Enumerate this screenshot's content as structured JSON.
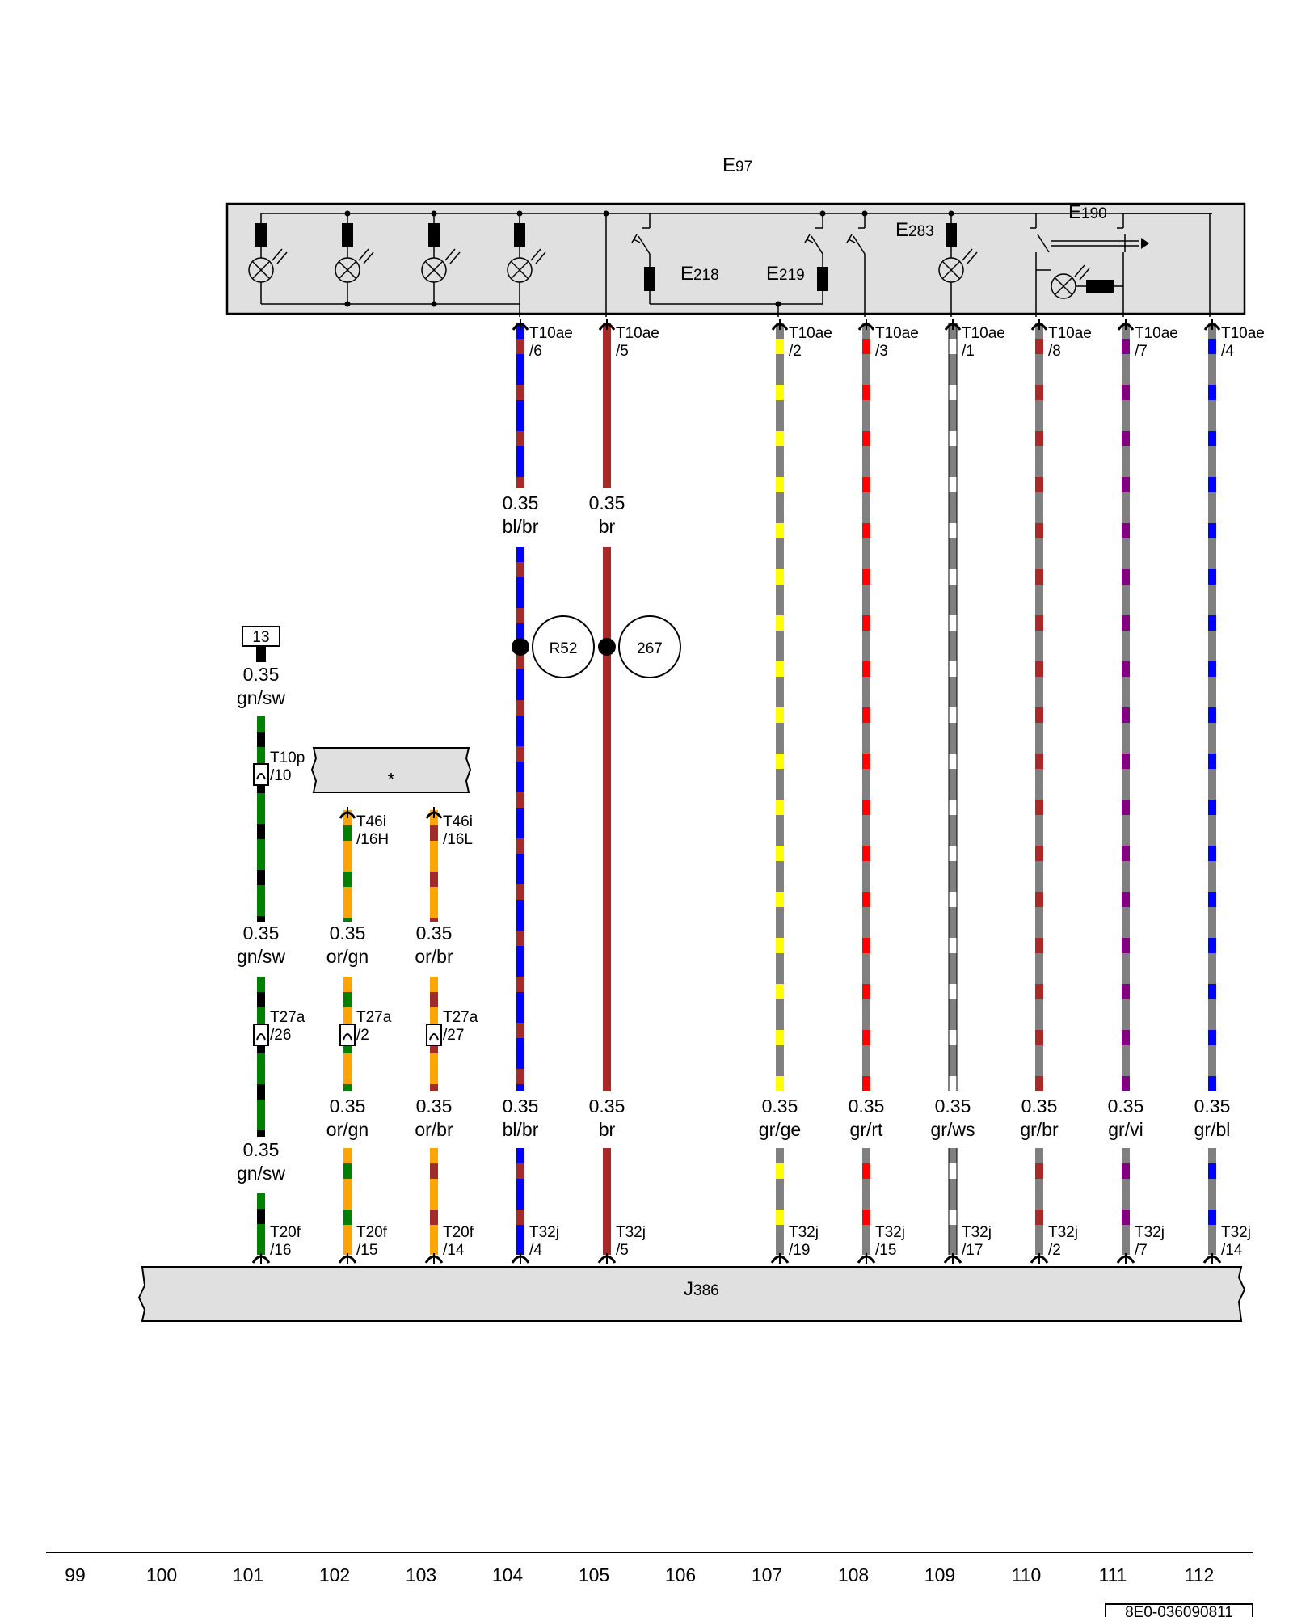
{
  "components": {
    "e97": {
      "id": "E",
      "num": "97"
    },
    "e218": {
      "id": "E",
      "num": "218"
    },
    "e219": {
      "id": "E",
      "num": "219"
    },
    "e283": {
      "id": "E",
      "num": "283"
    },
    "e190": {
      "id": "E",
      "num": "190"
    },
    "j386": {
      "id": "J",
      "num": "386"
    },
    "star_label": "*",
    "ground_13": "13"
  },
  "colors": {
    "bl": "#0000ff",
    "br": "#a52a2a",
    "gr": "#808080",
    "ge": "#ffff00",
    "rt": "#ff0000",
    "ws": "#ffffff",
    "vi": "#800080",
    "gn": "#008000",
    "sw": "#000000",
    "or": "#ffa500",
    "box_fill": "#e0e0e0"
  },
  "splices": [
    {
      "id": "R52",
      "wire": "w104"
    },
    {
      "id": "267",
      "wire": "w105"
    }
  ],
  "wires": [
    {
      "id": "w101",
      "col": 101,
      "c1": "gn",
      "c2": "sw",
      "pins": [
        {
          "n1": "T10p",
          "n2": "/10",
          "type": "inline"
        },
        {
          "n1": "T27a",
          "n2": "/26",
          "type": "inline"
        },
        {
          "n1": "T20f",
          "n2": "/16",
          "type": "bottom"
        }
      ],
      "labels": [
        {
          "size": "0.35",
          "color": "gn/sw"
        },
        {
          "size": "0.35",
          "color": "gn/sw"
        },
        {
          "size": "0.35",
          "color": "gn/sw"
        }
      ]
    },
    {
      "id": "w102",
      "col": 102,
      "c1": "or",
      "c2": "gn",
      "pins": [
        {
          "n1": "T46i",
          "n2": "/16H",
          "type": "top"
        },
        {
          "n1": "T27a",
          "n2": "/2",
          "type": "inline"
        },
        {
          "n1": "T20f",
          "n2": "/15",
          "type": "bottom"
        }
      ],
      "labels": [
        {
          "size": "0.35",
          "color": "or/gn"
        },
        {
          "size": "0.35",
          "color": "or/gn"
        }
      ]
    },
    {
      "id": "w103",
      "col": 103,
      "c1": "or",
      "c2": "br",
      "pins": [
        {
          "n1": "T46i",
          "n2": "/16L",
          "type": "top"
        },
        {
          "n1": "T27a",
          "n2": "/27",
          "type": "inline"
        },
        {
          "n1": "T20f",
          "n2": "/14",
          "type": "bottom"
        }
      ],
      "labels": [
        {
          "size": "0.35",
          "color": "or/br"
        },
        {
          "size": "0.35",
          "color": "or/br"
        }
      ]
    },
    {
      "id": "w104",
      "col": 104,
      "c1": "bl",
      "c2": "br",
      "pins": [
        {
          "n1": "T10ae",
          "n2": "/6",
          "type": "top"
        },
        {
          "n1": "T32j",
          "n2": "/4",
          "type": "bottom"
        }
      ],
      "labels": [
        {
          "size": "0.35",
          "color": "bl/br"
        },
        {
          "size": "0.35",
          "color": "bl/br"
        }
      ]
    },
    {
      "id": "w105",
      "col": 105,
      "c1": "br",
      "c2": "",
      "pins": [
        {
          "n1": "T10ae",
          "n2": "/5",
          "type": "top"
        },
        {
          "n1": "T32j",
          "n2": "/5",
          "type": "bottom"
        }
      ],
      "labels": [
        {
          "size": "0.35",
          "color": "br"
        },
        {
          "size": "0.35",
          "color": "br"
        }
      ]
    },
    {
      "id": "w107",
      "col": 107,
      "c1": "gr",
      "c2": "ge",
      "pins": [
        {
          "n1": "T10ae",
          "n2": "/2",
          "type": "top"
        },
        {
          "n1": "T32j",
          "n2": "/19",
          "type": "bottom"
        }
      ],
      "labels": [
        {
          "size": "0.35",
          "color": "gr/ge"
        }
      ]
    },
    {
      "id": "w108",
      "col": 108,
      "c1": "gr",
      "c2": "rt",
      "pins": [
        {
          "n1": "T10ae",
          "n2": "/3",
          "type": "top"
        },
        {
          "n1": "T32j",
          "n2": "/15",
          "type": "bottom"
        }
      ],
      "labels": [
        {
          "size": "0.35",
          "color": "gr/rt"
        }
      ]
    },
    {
      "id": "w109",
      "col": 109,
      "c1": "gr",
      "c2": "ws",
      "pins": [
        {
          "n1": "T10ae",
          "n2": "/1",
          "type": "top"
        },
        {
          "n1": "T32j",
          "n2": "/17",
          "type": "bottom"
        }
      ],
      "labels": [
        {
          "size": "0.35",
          "color": "gr/ws"
        }
      ]
    },
    {
      "id": "w110",
      "col": 110,
      "c1": "gr",
      "c2": "br",
      "pins": [
        {
          "n1": "T10ae",
          "n2": "/8",
          "type": "top"
        },
        {
          "n1": "T32j",
          "n2": "/2",
          "type": "bottom"
        }
      ],
      "labels": [
        {
          "size": "0.35",
          "color": "gr/br"
        }
      ]
    },
    {
      "id": "w111",
      "col": 111,
      "c1": "gr",
      "c2": "vi",
      "pins": [
        {
          "n1": "T10ae",
          "n2": "/7",
          "type": "top"
        },
        {
          "n1": "T32j",
          "n2": "/7",
          "type": "bottom"
        }
      ],
      "labels": [
        {
          "size": "0.35",
          "color": "gr/vi"
        }
      ]
    },
    {
      "id": "w112",
      "col": 112,
      "c1": "gr",
      "c2": "bl",
      "pins": [
        {
          "n1": "T10ae",
          "n2": "/4",
          "type": "top"
        },
        {
          "n1": "T32j",
          "n2": "/14",
          "type": "bottom"
        }
      ],
      "labels": [
        {
          "size": "0.35",
          "color": "gr/bl"
        }
      ]
    }
  ],
  "scale": [
    99,
    100,
    101,
    102,
    103,
    104,
    105,
    106,
    107,
    108,
    109,
    110,
    111,
    112
  ],
  "footer_code": "8E0-036090811"
}
